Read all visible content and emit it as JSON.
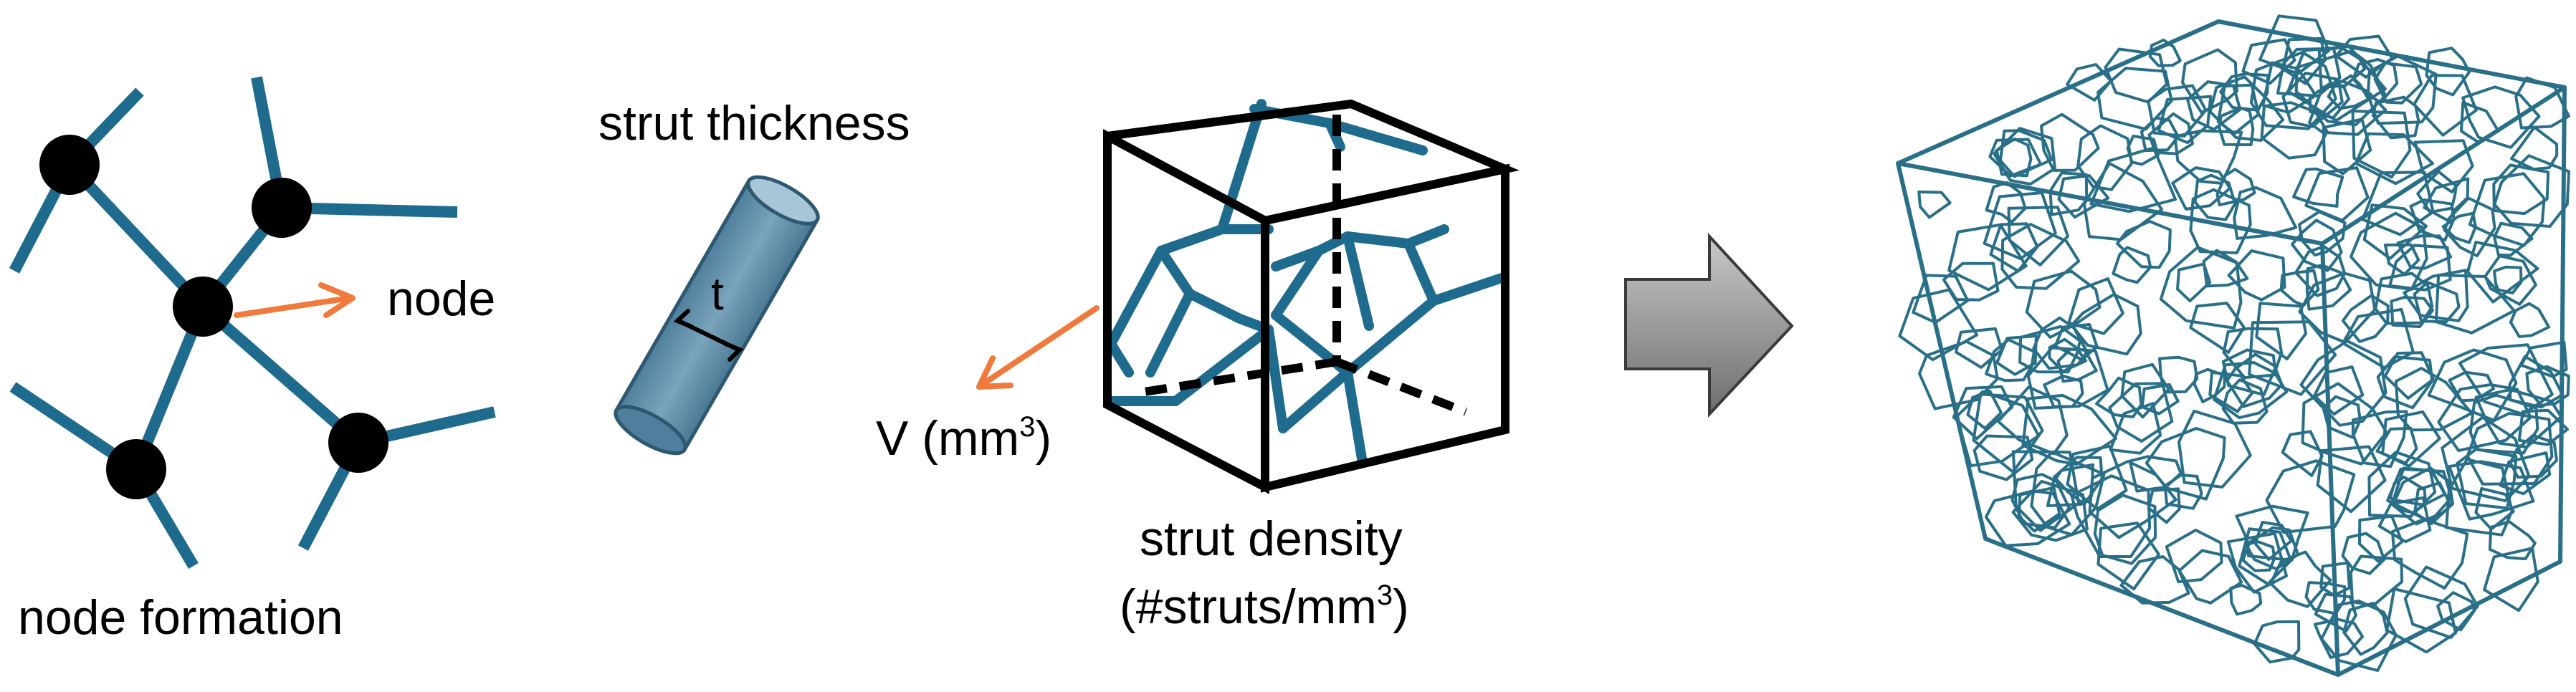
{
  "colors": {
    "strut": "#1f6b8e",
    "node": "#000000",
    "pointer_arrow": "#f07a3c",
    "cylinder_fill": "#5b8aa6",
    "cylinder_top": "#a9c6d8",
    "big_arrow_fill": "#8c8c8c",
    "lattice": "#2a6f88"
  },
  "panels": {
    "node_formation": {
      "label": "node formation",
      "pointer_label": "node"
    },
    "strut": {
      "title": "strut thickness",
      "thickness_symbol": "t"
    },
    "cube": {
      "volume_label": "V (mm",
      "volume_sup": "3",
      "volume_close": ")",
      "density_label": "strut density",
      "density_unit": "(#struts/mm",
      "density_sup": "3",
      "density_close": ")"
    },
    "arrow": {
      "icon": "right-arrow-icon"
    },
    "lattice": {
      "icon": "voronoi-lattice-cube"
    }
  }
}
